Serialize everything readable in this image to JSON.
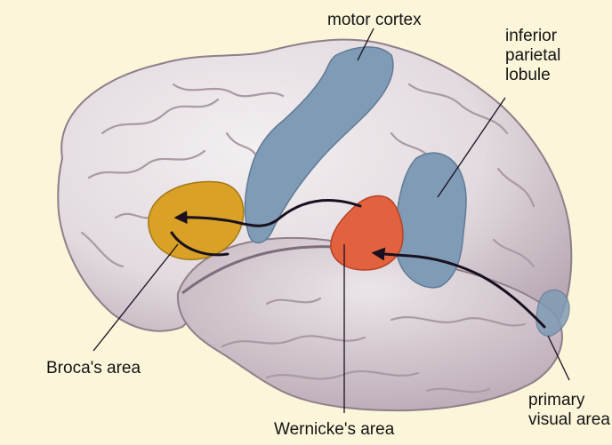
{
  "labels": {
    "motor_cortex": "motor cortex",
    "inferior_parietal_lobule": "inferior\nparietal\nlobule",
    "brocas_area": "Broca's area",
    "wernickes_area": "Wernicke's area",
    "primary_visual_area": "primary\nvisual area"
  },
  "colors": {
    "background": "#fbf5d9",
    "cortex": "#e9e4e6",
    "cortex_shadow": "#c9bcc4",
    "motor_and_parietal_regions": "#7f9bb5",
    "brocas_area": "#d9a126",
    "wernickes_area": "#e2613f",
    "pathway_arrows": "#1a1020"
  }
}
